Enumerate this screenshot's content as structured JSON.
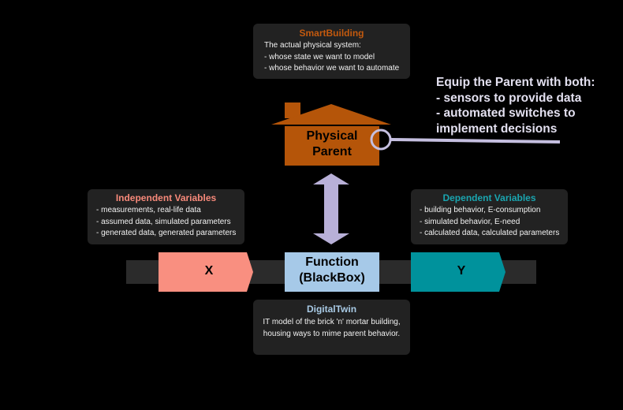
{
  "smart_building": {
    "title": "SmartBuilding",
    "lines": [
      "The actual physical system:",
      "- whose state we want to model",
      "- whose behavior we want to automate"
    ]
  },
  "physical_parent": {
    "line1": "Physical",
    "line2": "Parent"
  },
  "equip_text": [
    "Equip the Parent with both:",
    "- sensors to provide data",
    "- automated switches to",
    "implement decisions"
  ],
  "independent_variables": {
    "title": "Independent Variables",
    "lines": [
      "- measurements, real-life data",
      "- assumed data, simulated parameters",
      "- generated data, generated parameters"
    ]
  },
  "dependent_variables": {
    "title": "Dependent Variables",
    "lines": [
      "- building behavior, E-consumption",
      "- simulated behavior, E-need",
      "- calculated data, calculated parameters"
    ]
  },
  "x_label": "X",
  "y_label": "Y",
  "function": {
    "line1": "Function",
    "line2": "(BlackBox)"
  },
  "digital_twin": {
    "title": "DigitalTwin",
    "lines": [
      "IT model of the brick 'n' mortar building,",
      "housing ways to mime parent behavior."
    ]
  },
  "colors": {
    "house": "#b55509",
    "x_box": "#f98f80",
    "y_box": "#00929c",
    "function_box": "#a6c9e8",
    "arrow": "#b8b0d8",
    "pointer": "#c5bfe0",
    "strip": "#2b2b2b",
    "card": "#222222"
  }
}
